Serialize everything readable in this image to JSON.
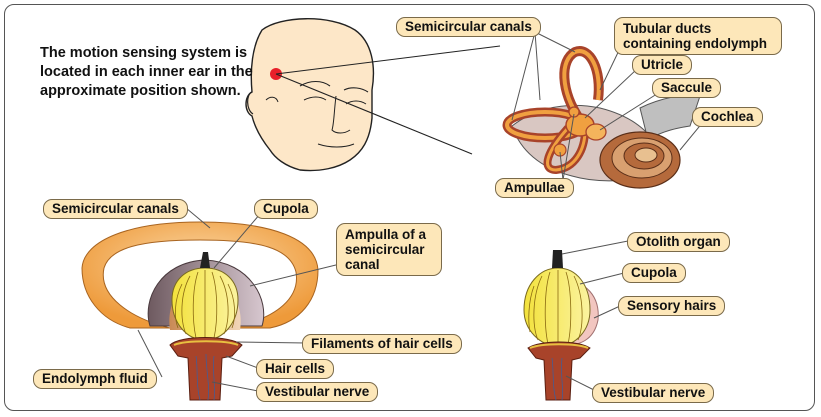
{
  "intro_text": "The motion sensing system is located in each inner ear in the approximate position shown.",
  "labels": {
    "top_semicircular_canals": "Semicircular canals",
    "tubular_ducts": "Tubular ducts containing endolymph",
    "utricle": "Utricle",
    "saccule": "Saccule",
    "cochlea": "Cochlea",
    "ampullae": "Ampullae",
    "left_semicircular_canals": "Semicircular canals",
    "left_cupola": "Cupola",
    "ampulla_canal": "Ampulla of a semicircular canal",
    "filaments": "Filaments of hair cells",
    "hair_cells": "Hair cells",
    "endolymph_fluid": "Endolymph fluid",
    "left_vestibular_nerve": "Vestibular nerve",
    "otolith_organ": "Otolith organ",
    "right_cupola": "Cupola",
    "sensory_hairs": "Sensory hairs",
    "right_vestibular_nerve": "Vestibular nerve"
  },
  "colors": {
    "label_fill": "#fde7b9",
    "skin": "#fde7c8",
    "canal_orange": "#f0a040",
    "cupola_yellow": "#f6ec6a",
    "nerve_red": "#a8432a",
    "marker_red": "#e8202a"
  }
}
